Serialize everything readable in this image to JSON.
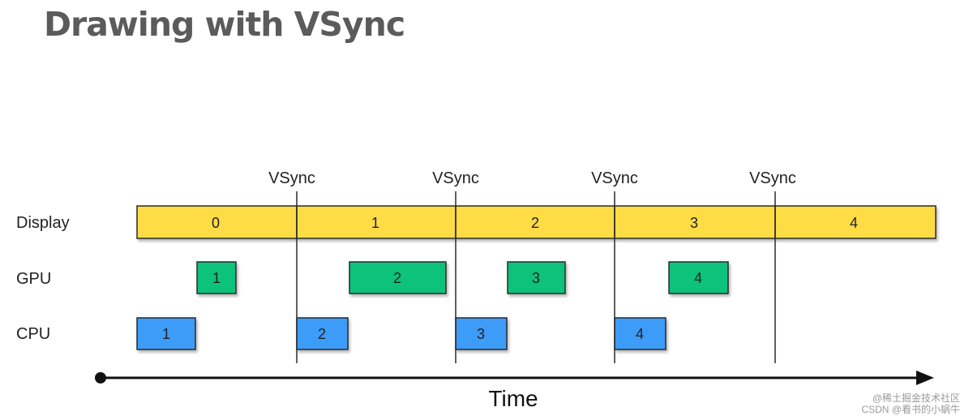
{
  "title": "Drawing with VSync",
  "lanes": {
    "display": "Display",
    "gpu": "GPU",
    "cpu": "CPU"
  },
  "vsync_label": "VSync",
  "time_label": "Time",
  "colors": {
    "display": "#fddc45",
    "gpu": "#11c27a",
    "cpu": "#3d9cf8",
    "outline": "#2c2c2c"
  },
  "display_frames": [
    "0",
    "1",
    "2",
    "3",
    "4"
  ],
  "gpu_frames": [
    "1",
    "2",
    "3",
    "4"
  ],
  "cpu_frames": [
    "1",
    "2",
    "3",
    "4"
  ],
  "watermark": {
    "line1": "@稀土掘金技术社区",
    "line2": "CSDN @看书的小蜗牛"
  }
}
